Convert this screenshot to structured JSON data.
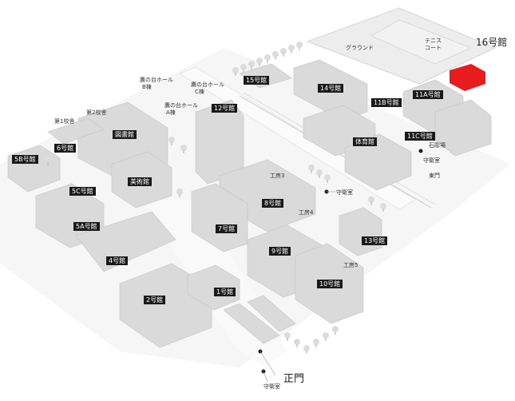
{
  "highlight": {
    "label": "16号館",
    "color": "#e81c1c"
  },
  "main_gate": "正門",
  "building_labels": [
    "15号館",
    "14号館",
    "11B号館",
    "11A号館",
    "12号館",
    "図書館",
    "6号館",
    "5B号館",
    "美術館",
    "5C号館",
    "体育館",
    "11C号館",
    "8号館",
    "7号館",
    "5A号館",
    "4号館",
    "9号館",
    "13号館",
    "10号館",
    "2号館",
    "1号館"
  ],
  "map_texts": [
    "グラウンド",
    "テニス",
    "コート",
    "鷹の台ホール",
    "B棟",
    "鷹の台ホール",
    "C棟",
    "鷹の台ホール",
    "A棟",
    "第1校舎",
    "第2校舎",
    "工房3",
    "工房4",
    "工房5",
    "守衛室",
    "石彫場",
    "守衛室",
    "東門",
    "守衛室"
  ],
  "icons": {
    "gate_marker": "dot-icon",
    "tree": "tree-icon"
  }
}
